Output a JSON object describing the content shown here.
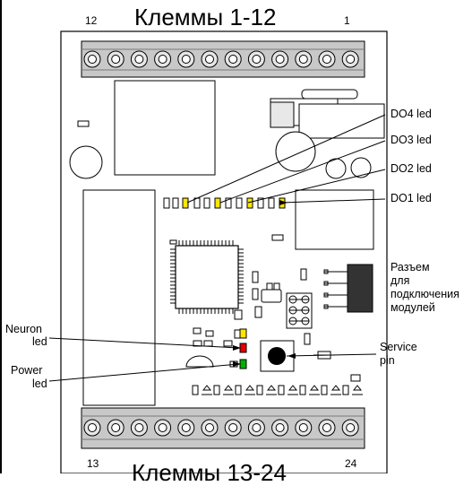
{
  "titles": {
    "top": "Клеммы 1-12",
    "bottom": "Клеммы 13-24"
  },
  "pin_numbers": {
    "top_left": "12",
    "top_right": "1",
    "bottom_left": "13",
    "bottom_right": "24"
  },
  "callouts": {
    "do4": "DO4 led",
    "do3": "DO3 led",
    "do2": "DO2 led",
    "do1": "DO1 led",
    "connector": [
      "Разъем",
      "для",
      "подключения",
      "модулей"
    ],
    "neuron": [
      "Neuron",
      "led"
    ],
    "power": [
      "Power",
      "led"
    ],
    "service": [
      "Service",
      "pin"
    ]
  },
  "colors": {
    "board": "#ffffff",
    "outline": "#000000",
    "terminal_fill": "#c8c8c8",
    "led_yellow": "#ffe600",
    "led_red": "#e00000",
    "led_green": "#00b000",
    "header_fill": "#333333"
  }
}
